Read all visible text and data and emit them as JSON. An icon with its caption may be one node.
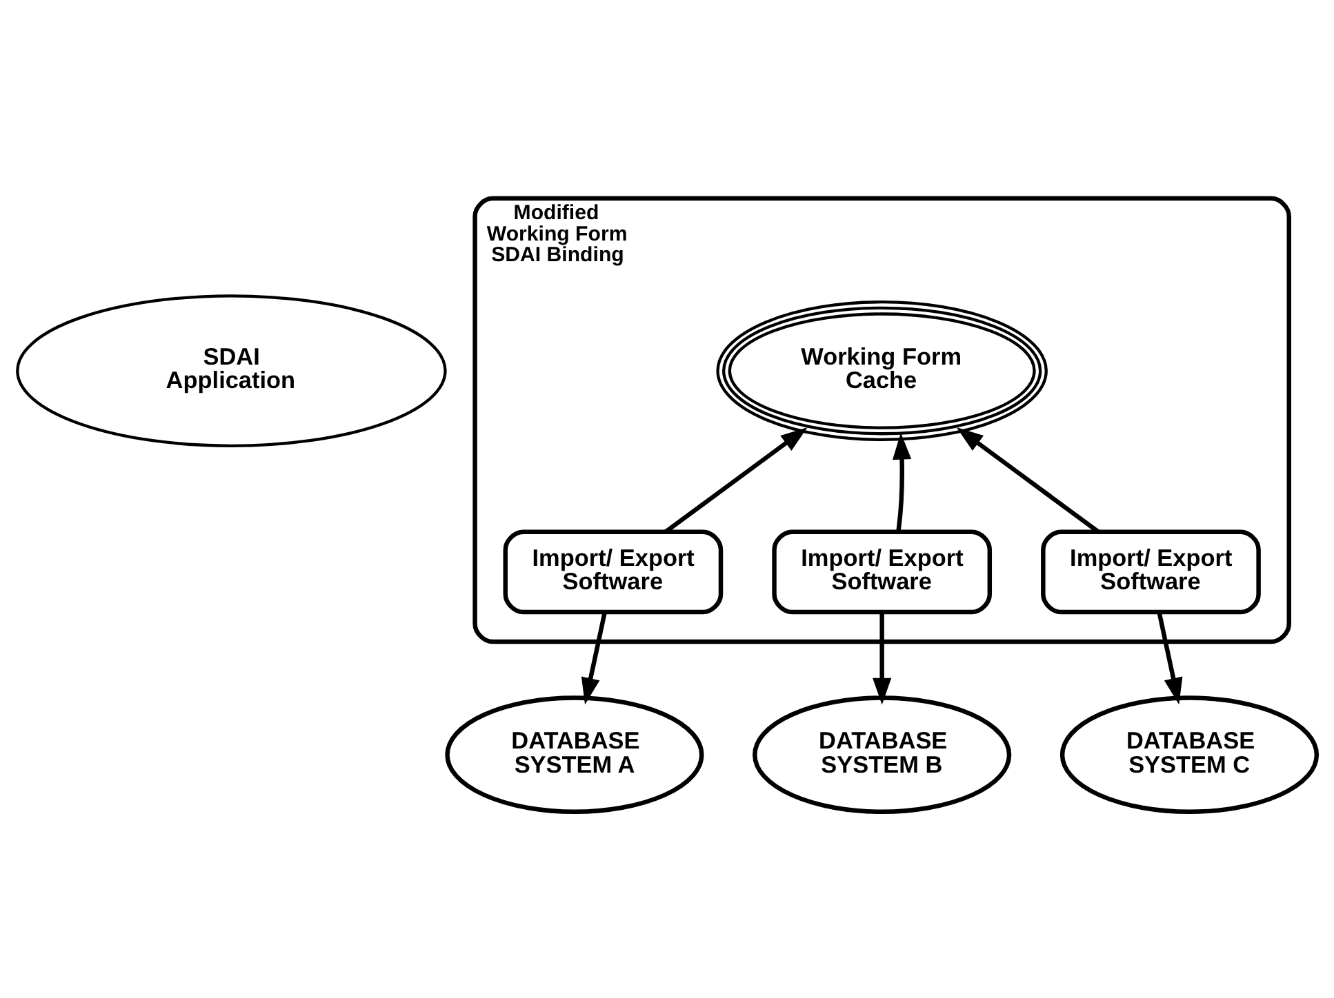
{
  "diagram": {
    "nodes": [
      {
        "text": [
          "SDAI Application"
        ]
      },
      {
        "text": [
          "Modified Working Form SDAI Binding"
        ]
      },
      {
        "text": [
          "Working Form Cache"
        ],
        "in": 1
      },
      {
        "text": [
          "Import/ Export Software"
        ],
        "in": 1
      },
      {
        "text": [
          "Import/ Export Software"
        ],
        "in": 1
      },
      {
        "text": [
          "Import/ Export Software"
        ],
        "in": 1
      },
      {
        "text": [
          "DATABASE SYSTEM A"
        ]
      },
      {
        "text": [
          "DATABASE SYSTEM B"
        ]
      },
      {
        "text": [
          "DATABASE SYSTEM C"
        ]
      }
    ],
    "edges": [
      {
        "from": 3,
        "to": 2,
        "arrow": "to"
      },
      {
        "from": 4,
        "to": 2,
        "arrow": "to"
      },
      {
        "from": 5,
        "to": 2,
        "arrow": "to"
      },
      {
        "from": 3,
        "to": 6,
        "arrow": "to"
      },
      {
        "from": 4,
        "to": 7,
        "arrow": "to"
      },
      {
        "from": 5,
        "to": 8,
        "arrow": "to"
      }
    ]
  }
}
